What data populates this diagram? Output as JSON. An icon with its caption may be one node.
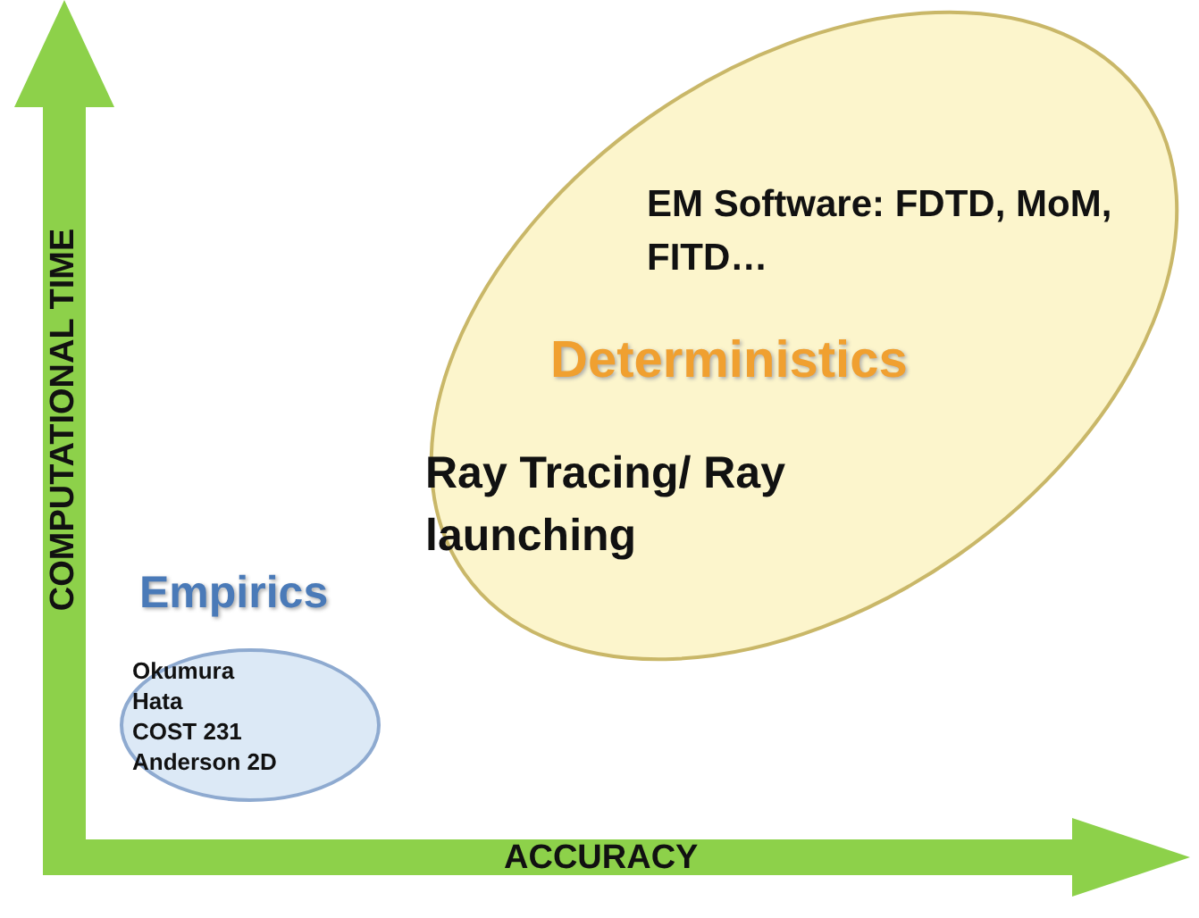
{
  "diagram": {
    "nodes": [
      {
        "text": [
          "Empirics",
          "Okumura",
          "Hata",
          "COST 231",
          "Anderson 2D"
        ]
      },
      {
        "text": [
          "EM Software: FDTD, MoM, FITD…",
          "Deterministics",
          "Ray Tracing/ Ray launching"
        ]
      }
    ],
    "edges": [],
    "labels": [
      "COMPUTATIONAL TIME",
      "ACCURACY"
    ]
  }
}
